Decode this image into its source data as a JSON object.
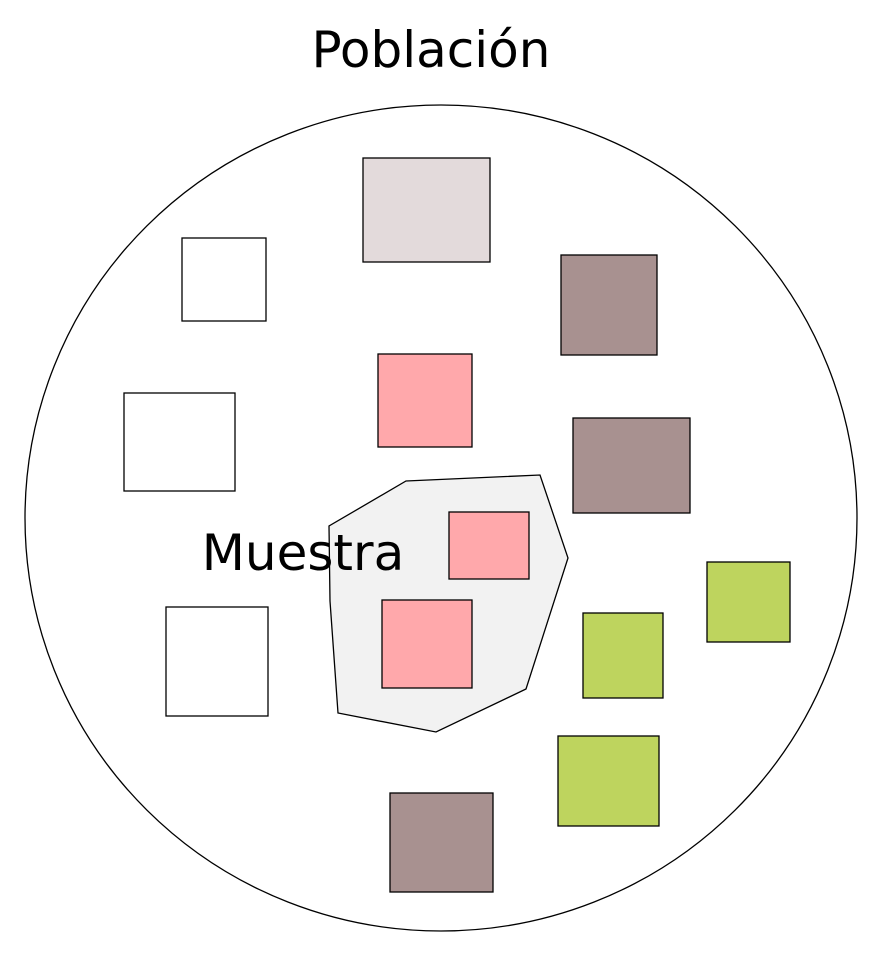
{
  "title": "Población",
  "sample_label": "Muestra",
  "colors": {
    "circle_stroke": "#000000",
    "sample_region_fill": "#f2f2f2",
    "white": "#ffffff",
    "pale_mauve": "#e3dadb",
    "taupe": "#a89190",
    "pink": "#ffa8ab",
    "green": "#bed45e"
  },
  "population_items": [
    {
      "color": "pale_mauve",
      "in_sample": false
    },
    {
      "color": "white",
      "in_sample": false
    },
    {
      "color": "taupe",
      "in_sample": false
    },
    {
      "color": "white",
      "in_sample": false
    },
    {
      "color": "pink",
      "in_sample": false
    },
    {
      "color": "taupe",
      "in_sample": false
    },
    {
      "color": "pink",
      "in_sample": true
    },
    {
      "color": "green",
      "in_sample": false
    },
    {
      "color": "white",
      "in_sample": false
    },
    {
      "color": "pink",
      "in_sample": true
    },
    {
      "color": "green",
      "in_sample": false
    },
    {
      "color": "green",
      "in_sample": false
    },
    {
      "color": "taupe",
      "in_sample": false
    }
  ]
}
